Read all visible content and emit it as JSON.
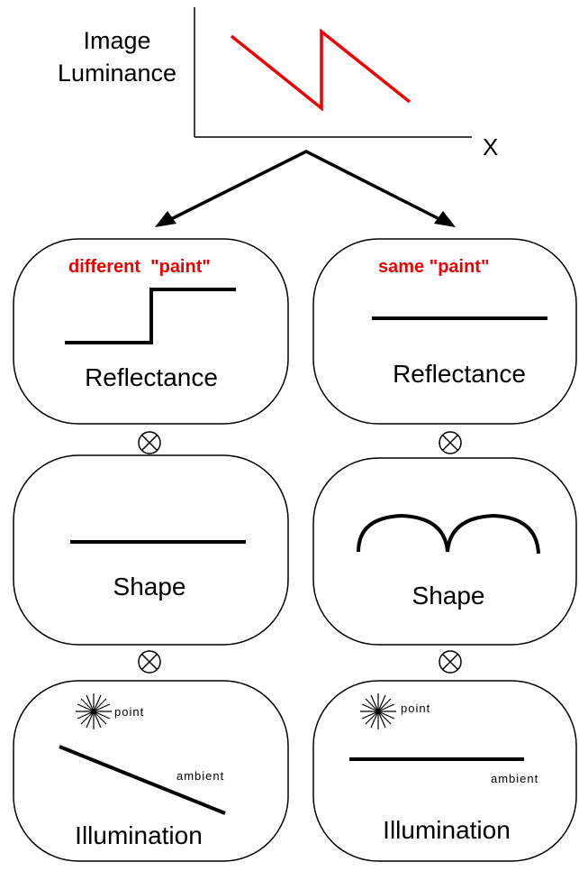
{
  "graph": {
    "title_line1": "Image",
    "title_line2": "Luminance",
    "x_axis_label": "X",
    "signal_color": "#ee0000"
  },
  "left": {
    "reflectance": {
      "annotation": "different  \"paint\"",
      "label": "Reflectance"
    },
    "shape": {
      "label": "Shape"
    },
    "illumination": {
      "point_label": "point",
      "ambient_label": "ambient",
      "label": "Illumination"
    }
  },
  "right": {
    "reflectance": {
      "annotation": "same \"paint\"",
      "label": "Reflectance"
    },
    "shape": {
      "label": "Shape"
    },
    "illumination": {
      "point_label": "point",
      "ambient_label": "ambient",
      "label": "Illumination"
    }
  },
  "operator_symbol": "multiply-circle"
}
